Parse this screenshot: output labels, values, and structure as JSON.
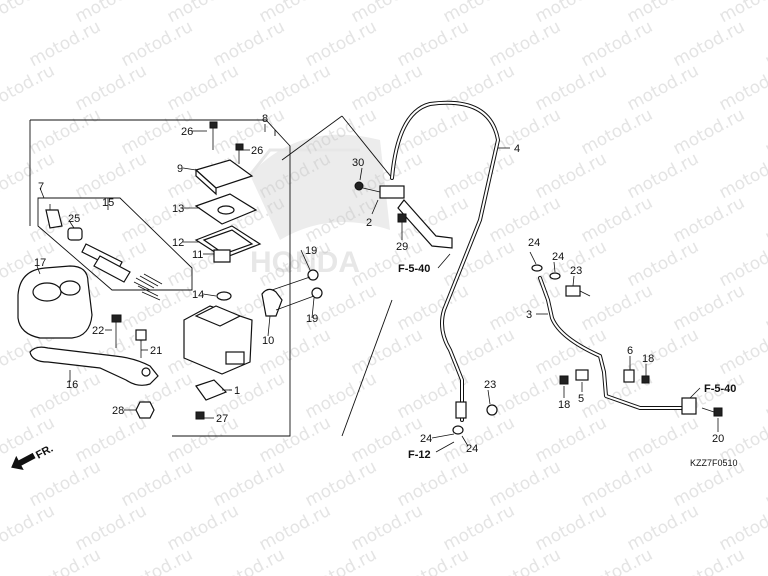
{
  "watermark": {
    "text": "motod.ru"
  },
  "labels": {
    "n1": "1",
    "n2": "2",
    "n3": "3",
    "n4": "4",
    "n5": "5",
    "n6": "6",
    "n7": "7",
    "n8": "8",
    "n9": "9",
    "n10": "10",
    "n11": "11",
    "n12": "12",
    "n13": "13",
    "n14": "14",
    "n15": "15",
    "n16": "16",
    "n17": "17",
    "n18a": "18",
    "n18b": "18",
    "n19a": "19",
    "n19b": "19",
    "n20": "20",
    "n21": "21",
    "n22": "22",
    "n23a": "23",
    "n23b": "23",
    "n24a": "24",
    "n24b": "24",
    "n24c": "24",
    "n24d": "24",
    "n25": "25",
    "n26a": "26",
    "n26b": "26",
    "n27": "27",
    "n28": "28",
    "n29": "29",
    "n30": "30"
  },
  "refs": {
    "f540_left": "F-5-40",
    "f540_right": "F-5-40",
    "f12": "F-12"
  },
  "direction": {
    "text": "FR."
  },
  "logo_text": "HONDA",
  "diagram_code": "KZZ7F0510"
}
